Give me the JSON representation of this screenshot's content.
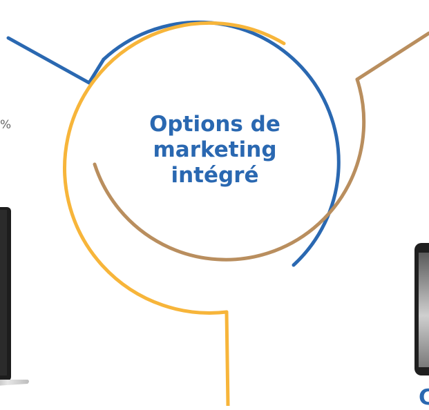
{
  "center_title": {
    "line1": "Options de",
    "line2": "marketing",
    "line3": "intégré"
  },
  "left_fragment": "%",
  "right_fragment": "C",
  "colors": {
    "blue": "#2a68b1",
    "gold": "#f7b53a",
    "tan": "#b98e5e",
    "text_gray": "#666666"
  }
}
